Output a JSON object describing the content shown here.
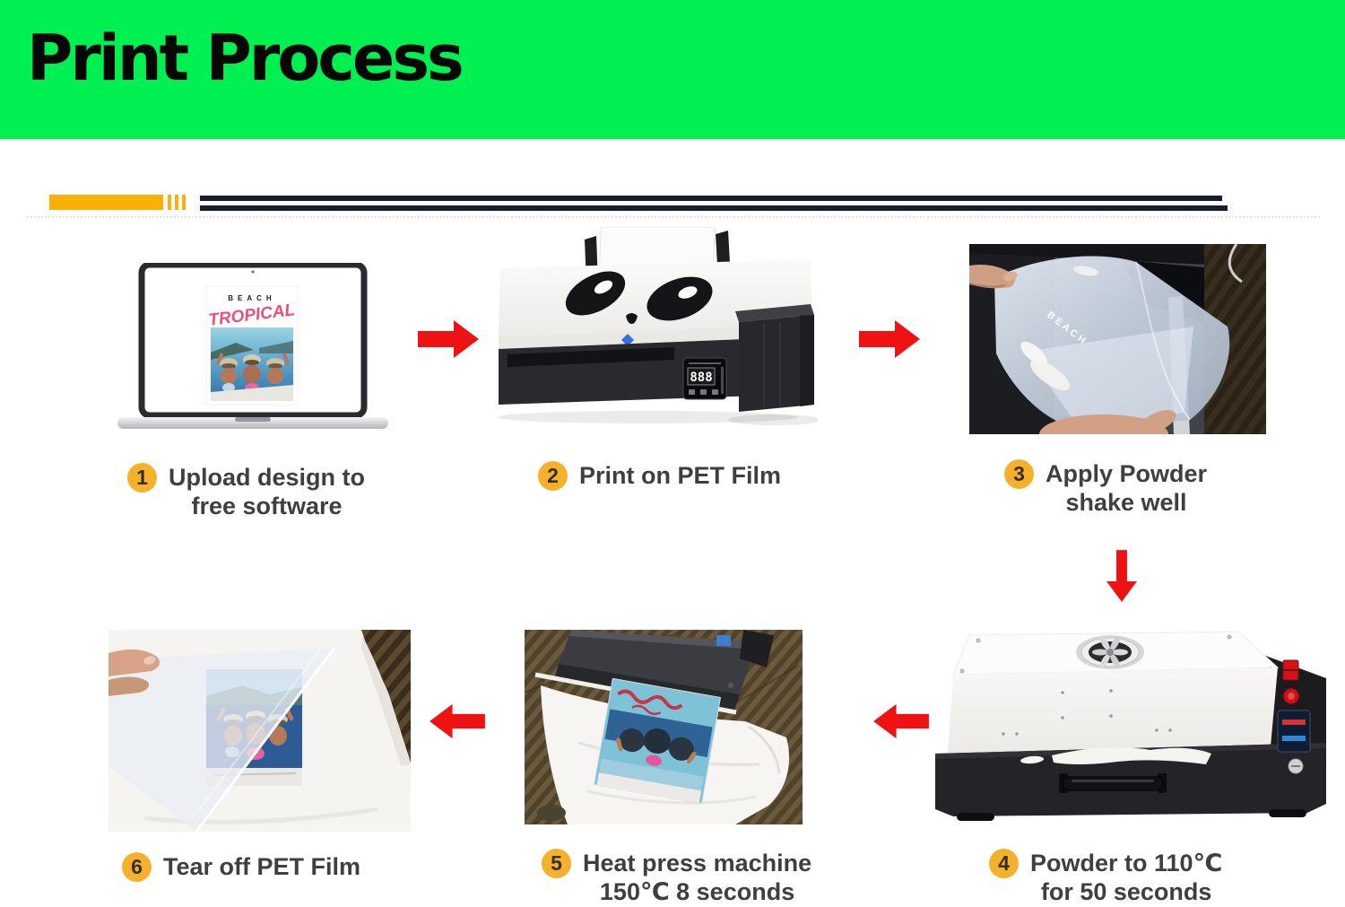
{
  "header": {
    "title": "Print Process"
  },
  "steps": [
    {
      "num": "1",
      "line1": "Upload design to",
      "line2": "free software"
    },
    {
      "num": "2",
      "line1": "Print on PET Film",
      "line2": ""
    },
    {
      "num": "3",
      "line1": "Apply Powder",
      "line2": "shake well"
    },
    {
      "num": "4",
      "line1": "Powder to 110℃",
      "line2": "for 50 seconds"
    },
    {
      "num": "5",
      "line1": "Heat press machine",
      "line2": "150℃ 8 seconds"
    },
    {
      "num": "6",
      "line1": "Tear off PET Film",
      "line2": ""
    }
  ],
  "artwork": {
    "design_top_text": "BEACH",
    "design_script_text": "TROPICAL",
    "film_text": "BEACH",
    "printer_display": "888"
  },
  "colors": {
    "header_green": "#00F052",
    "divider_yellow": "#FBB007",
    "divider_dark": "#191F2D",
    "step_circle_yellow": "#F7B02C",
    "arrow_red": "#EF1212",
    "label_text": "#3F3F3F"
  }
}
